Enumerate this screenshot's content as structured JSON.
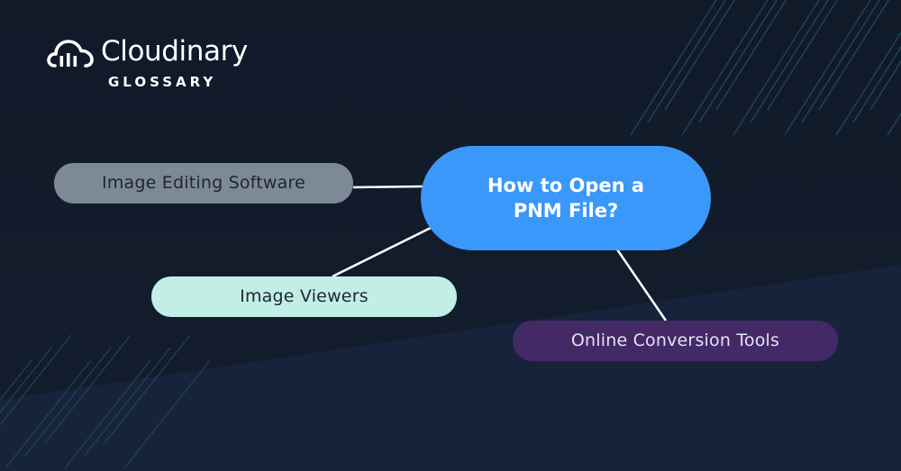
{
  "logo": {
    "brand": "Cloudinary",
    "subtitle": "GLOSSARY",
    "icon": "cloud-logo-icon"
  },
  "diagram": {
    "central": {
      "line1": "How to Open a",
      "line2": "PNM File?"
    },
    "branches": [
      {
        "label": "Image Editing Software"
      },
      {
        "label": "Image Viewers"
      },
      {
        "label": "Online Conversion Tools"
      }
    ]
  },
  "colors": {
    "background": "#121b2a",
    "background_band": "#17233a",
    "stripe": "#1f5a66",
    "central_fill": "#3a98fb",
    "central_text": "#ffffff",
    "editing_fill": "#7e8997",
    "editing_text": "#1d2533",
    "viewers_fill": "#c2efe5",
    "viewers_text": "#1d2533",
    "conversion_fill": "#432a67",
    "conversion_text": "#e6e1f2",
    "connector": "#ffffff"
  }
}
